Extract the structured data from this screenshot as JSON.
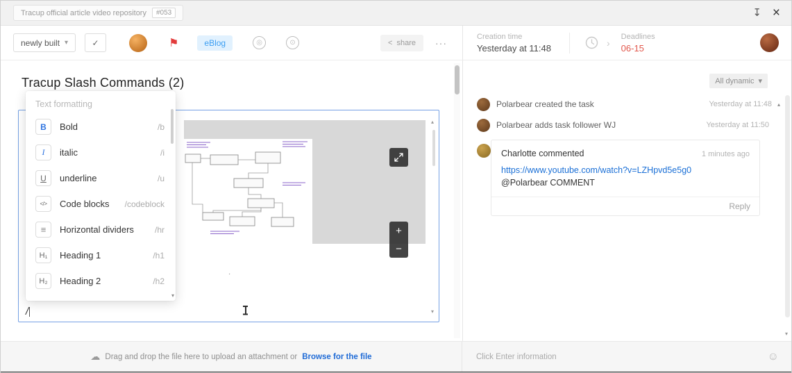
{
  "titlebar": {
    "title": "Tracup official article video repository",
    "badge": "#053"
  },
  "icons": {
    "download": "↧",
    "close": "×",
    "chevron_down": "▾",
    "check": "✓",
    "flag": "⚑",
    "points": "◎",
    "timer": "⊙",
    "share_glyph": "<",
    "more": "···",
    "chevron_right": "›",
    "caret_up": "▴",
    "caret_down": "▾",
    "plus": "+",
    "minus": "−",
    "cloud": "☁",
    "emoji": "☺",
    "dot": "·"
  },
  "toolbar": {
    "status": "newly built",
    "tag": "eBlog",
    "share": "share"
  },
  "meta": {
    "creation_label": "Creation time",
    "creation_value": "Yesterday at 11:48",
    "deadline_label": "Deadlines",
    "deadline_value": "06-15"
  },
  "editor": {
    "heading": "Tracup Slash Commands  (2)",
    "typed": "/"
  },
  "slash_menu": {
    "header": "Text formatting",
    "items": [
      {
        "icon": "B",
        "label": "Bold",
        "shortcut": "/b"
      },
      {
        "icon": "I",
        "label": "italic",
        "shortcut": "/i"
      },
      {
        "icon": "U",
        "label": "underline",
        "shortcut": "/u"
      },
      {
        "icon": "</>",
        "label": "Code blocks",
        "shortcut": "/codeblock"
      },
      {
        "icon": "≡",
        "label": "Horizontal dividers",
        "shortcut": "/hr"
      },
      {
        "icon": "H₁",
        "label": "Heading 1",
        "shortcut": "/h1"
      },
      {
        "icon": "H₂",
        "label": "Heading 2",
        "shortcut": "/h2"
      }
    ]
  },
  "activity": {
    "filter": "All dynamic",
    "events": [
      {
        "text": "Polarbear created the task",
        "time": "Yesterday at 11:48"
      },
      {
        "text": "Polarbear adds task follower WJ",
        "time": "Yesterday at 11:50"
      }
    ],
    "comment": {
      "author": "Charlotte commented",
      "time": "1 minutes ago",
      "link": "https://www.youtube.com/watch?v=LZHpvd5e5g0",
      "mention": "@Polarbear COMMENT",
      "reply": "Reply"
    }
  },
  "footer": {
    "upload_text": "Drag and drop the file here to upload an attachment or",
    "browse": "Browse for the file",
    "comment_placeholder": "Click Enter information"
  }
}
